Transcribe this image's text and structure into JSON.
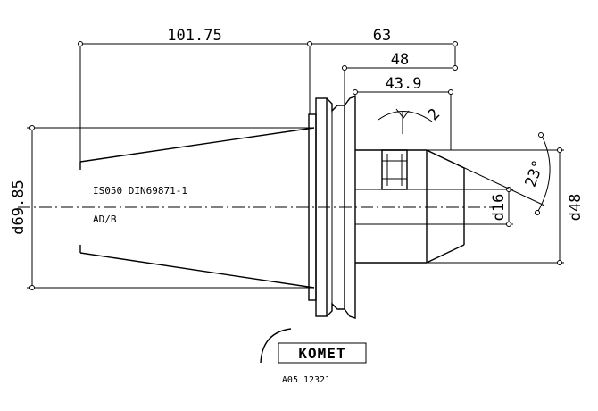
{
  "dimensions": {
    "length_taper": "101.75",
    "length_total": "63",
    "length_mid": "48",
    "length_inner": "43.9",
    "dia_taper": "d69.85",
    "dia_bore": "d16",
    "dia_head": "d48",
    "angle": "23°",
    "angle_arrow": "2"
  },
  "annotations": {
    "standard": "IS050 DIN69871-1",
    "form": "AD/B"
  },
  "brand": {
    "logo": "KOMET",
    "article": "A05 12321"
  }
}
